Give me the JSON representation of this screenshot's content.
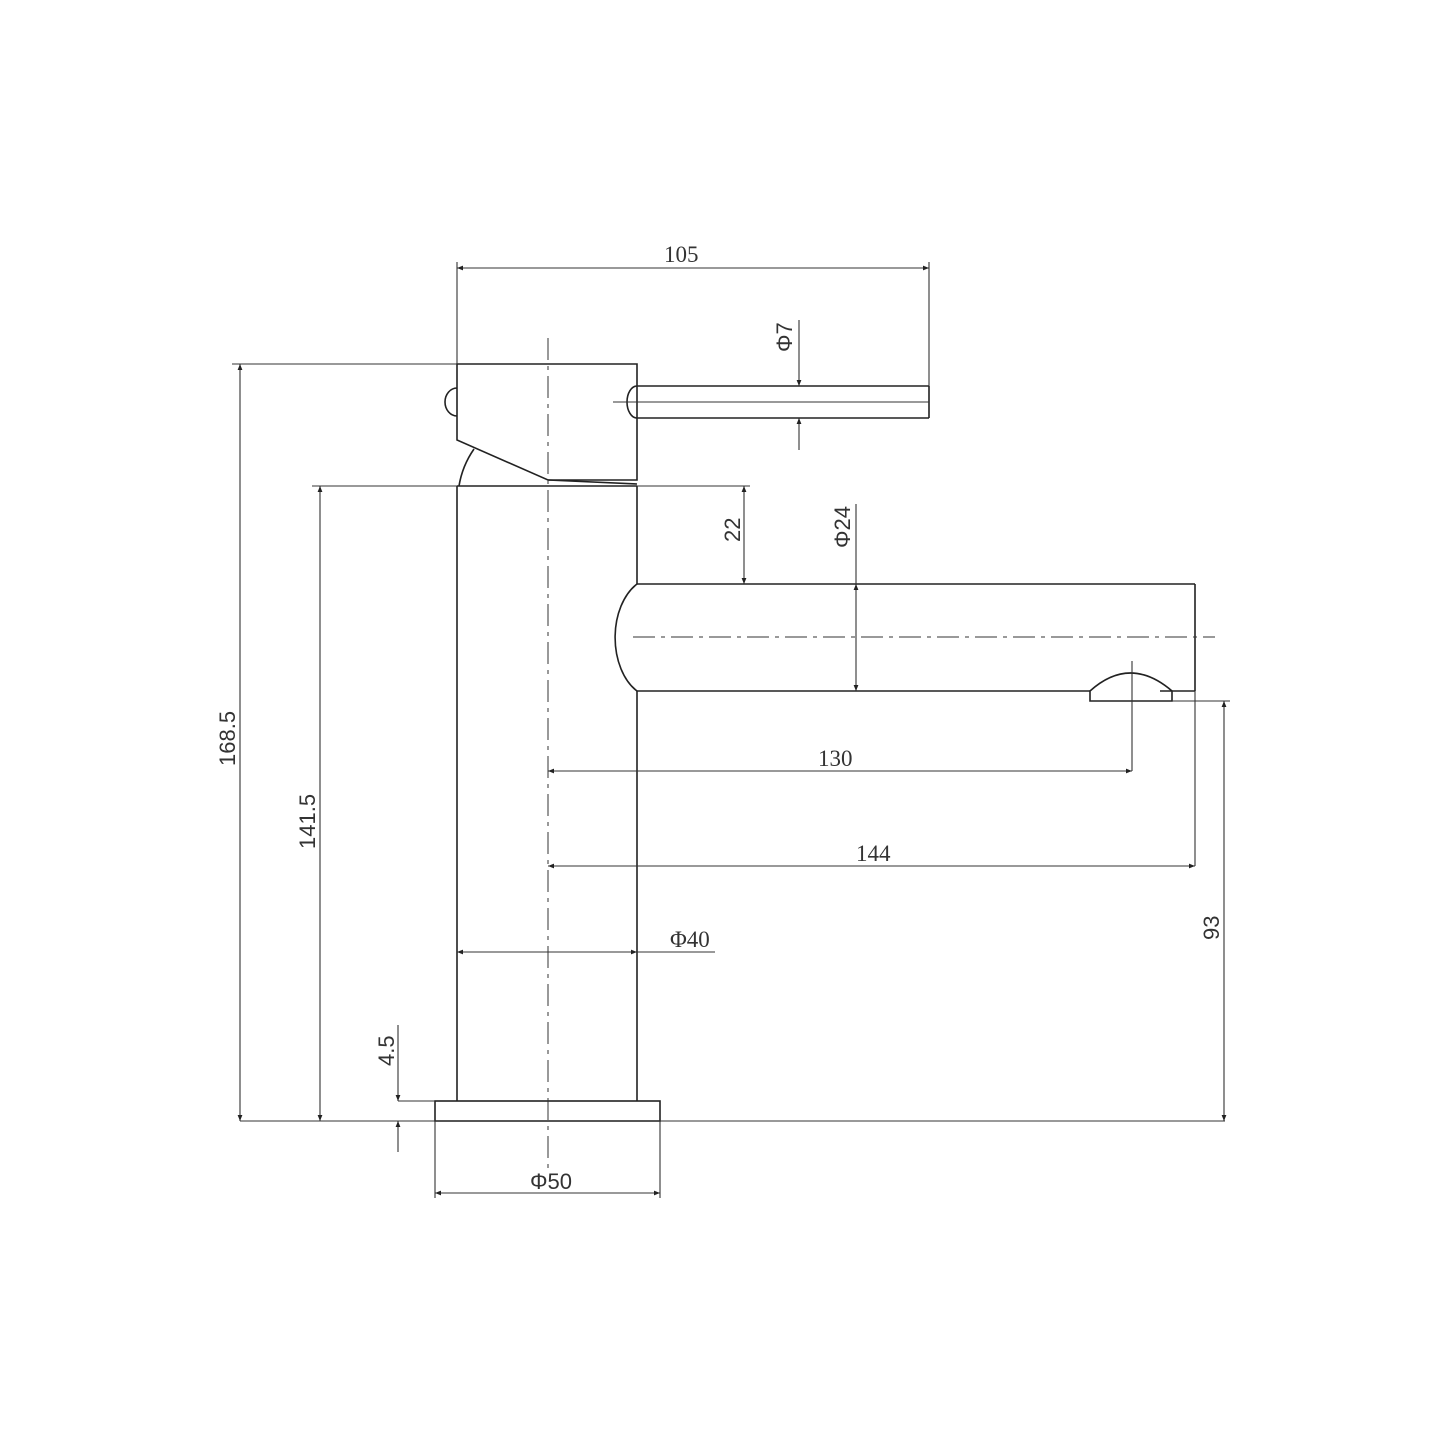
{
  "drawing": {
    "subject": "Basin mixer faucet side elevation",
    "line_color": "#222222",
    "background": "#ffffff",
    "dimensions": {
      "overall_reach_handle": "105",
      "handle_diameter": "Φ7",
      "spout_offset": "22",
      "spout_diameter": "Φ24",
      "aerator_reach": "130",
      "spout_reach": "144",
      "overall_height": "168.5",
      "body_height": "141.5",
      "body_diameter": "Φ40",
      "base_thickness": "4.5",
      "base_diameter": "Φ50",
      "outlet_height": "93"
    }
  }
}
